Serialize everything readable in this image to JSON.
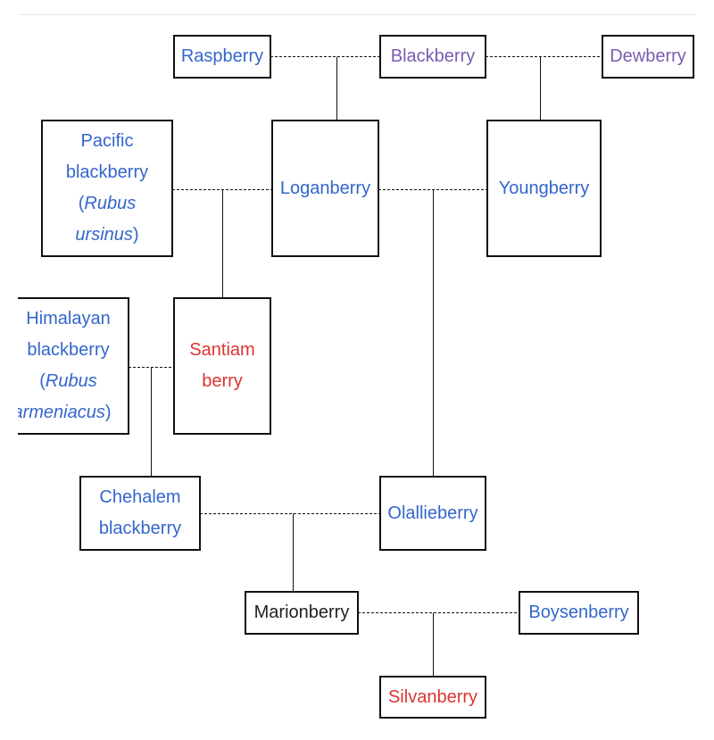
{
  "nodes": {
    "raspberry": {
      "label": "Raspberry",
      "color": "#3366cc",
      "link": "blue"
    },
    "blackberry": {
      "label": "Blackberry",
      "color": "#795cb2",
      "link": "visited"
    },
    "dewberry": {
      "label": "Dewberry",
      "color": "#795cb2",
      "link": "visited"
    },
    "pacific_blackberry": {
      "line1": "Pacific",
      "line2": "blackberry",
      "paren_open": "(",
      "sci1": "Rubus",
      "sci2": "ursinus",
      "paren_close": ")",
      "color": "#3366cc",
      "link": "blue"
    },
    "loganberry": {
      "label": "Loganberry",
      "color": "#3366cc",
      "link": "blue"
    },
    "youngberry": {
      "label": "Youngberry",
      "color": "#3366cc",
      "link": "blue"
    },
    "himalayan_blackberry": {
      "line1": "Himalayan",
      "line2": "blackberry",
      "paren_open": "(",
      "sci1": "Rubus",
      "sci2": "armeniacus",
      "paren_close": ")",
      "color": "#3366cc",
      "link": "blue"
    },
    "santiam_berry": {
      "line1": "Santiam",
      "line2": "berry",
      "color": "#dd3333",
      "link": "red"
    },
    "chehalem_blackberry": {
      "line1": "Chehalem",
      "line2": "blackberry",
      "color": "#3366cc",
      "link": "blue"
    },
    "olallieberry": {
      "label": "Olallieberry",
      "color": "#3366cc",
      "link": "blue"
    },
    "marionberry": {
      "label": "Marionberry",
      "color": "#202122",
      "link": "none"
    },
    "boysenberry": {
      "label": "Boysenberry",
      "color": "#3366cc",
      "link": "blue"
    },
    "silvanberry": {
      "label": "Silvanberry",
      "color": "#dd3333",
      "link": "red"
    }
  }
}
